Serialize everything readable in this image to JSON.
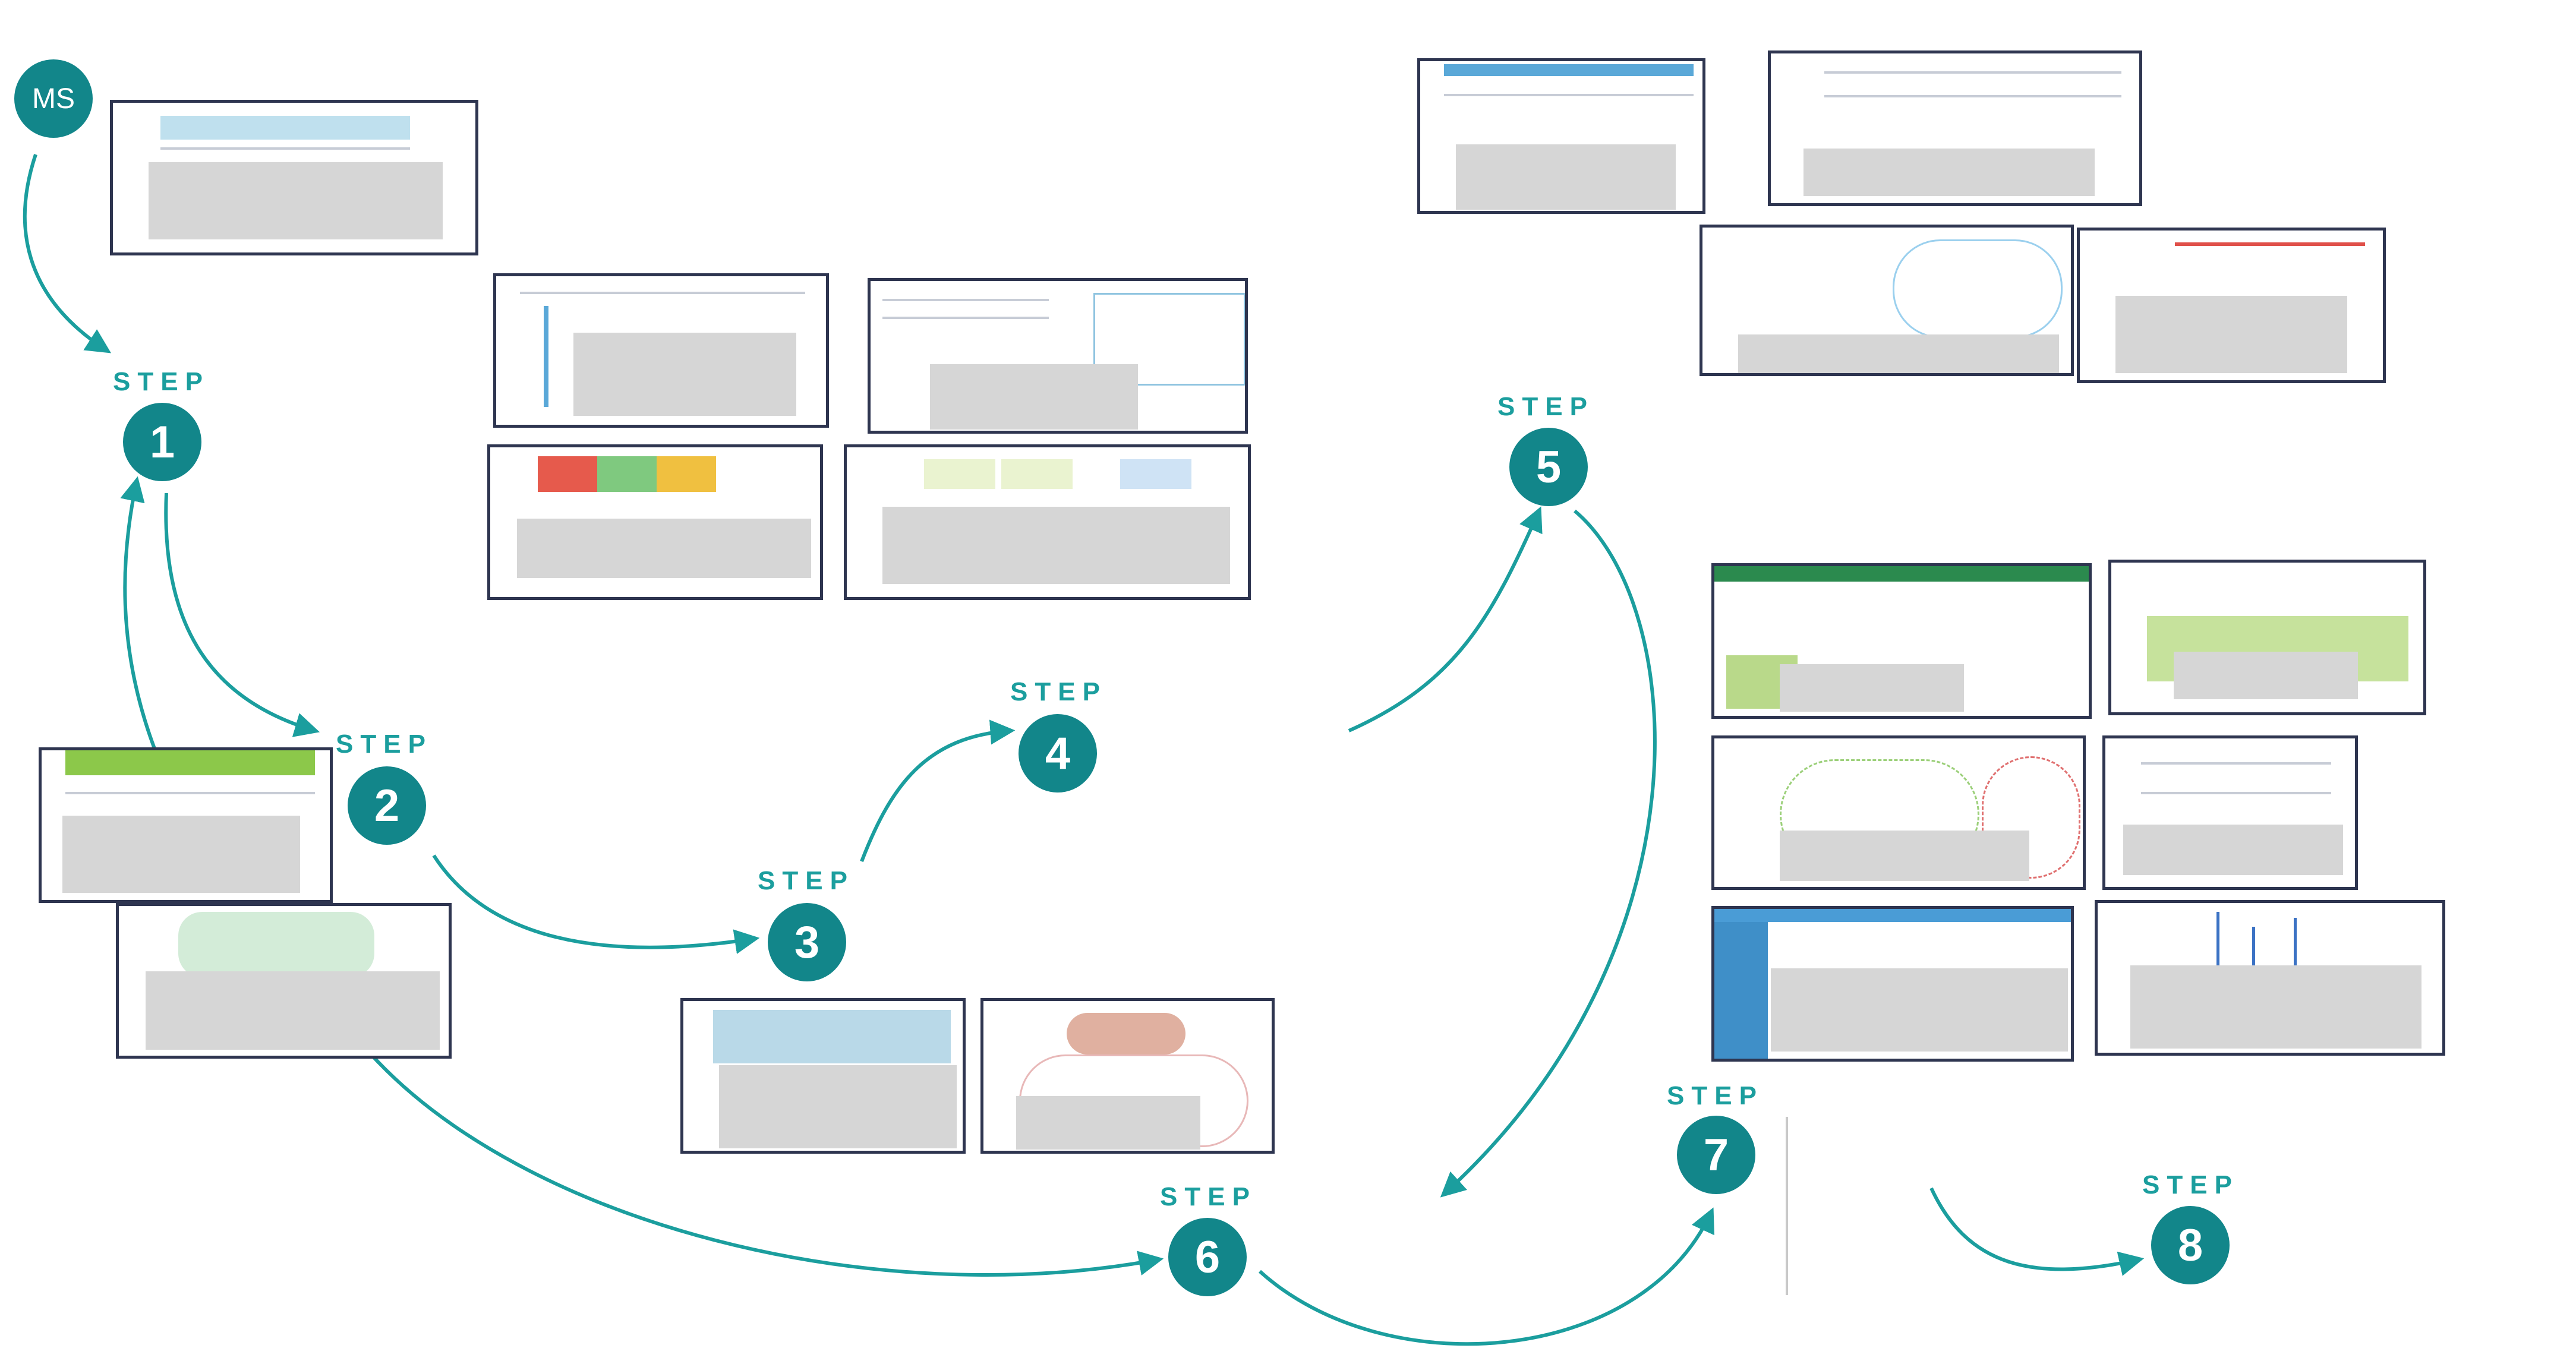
{
  "start_badge": {
    "label": "MS"
  },
  "steps": [
    {
      "word": "STEP",
      "number": "1"
    },
    {
      "word": "STEP",
      "number": "2"
    },
    {
      "word": "STEP",
      "number": "3"
    },
    {
      "word": "STEP",
      "number": "4"
    },
    {
      "word": "STEP",
      "number": "5"
    },
    {
      "word": "STEP",
      "number": "6"
    },
    {
      "word": "STEP",
      "number": "7"
    },
    {
      "word": "STEP",
      "number": "8"
    }
  ],
  "colors": {
    "step": "#12868a",
    "arrow": "#1b9e9e",
    "thumb_border": "#2e3550",
    "redaction": "#d6d6d6"
  }
}
